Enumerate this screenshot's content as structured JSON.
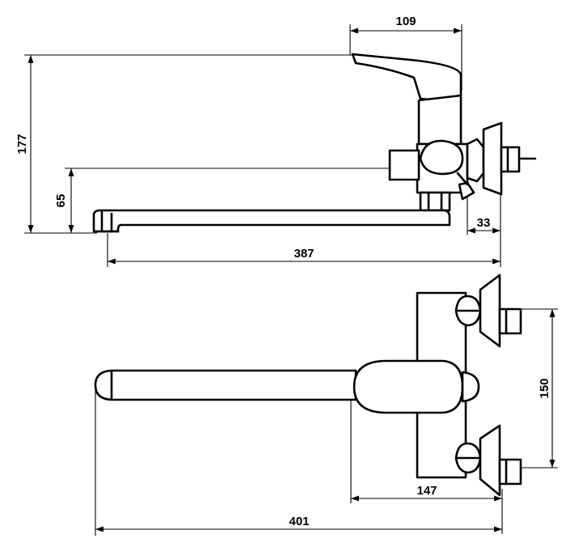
{
  "dimensions": {
    "side_view": {
      "handle_width": "109",
      "total_height": "177",
      "spout_height": "65",
      "spout_reach": "387",
      "connector_offset": "33"
    },
    "top_view": {
      "connector_spacing": "150",
      "body_to_wall": "147",
      "overall_length": "401"
    }
  }
}
